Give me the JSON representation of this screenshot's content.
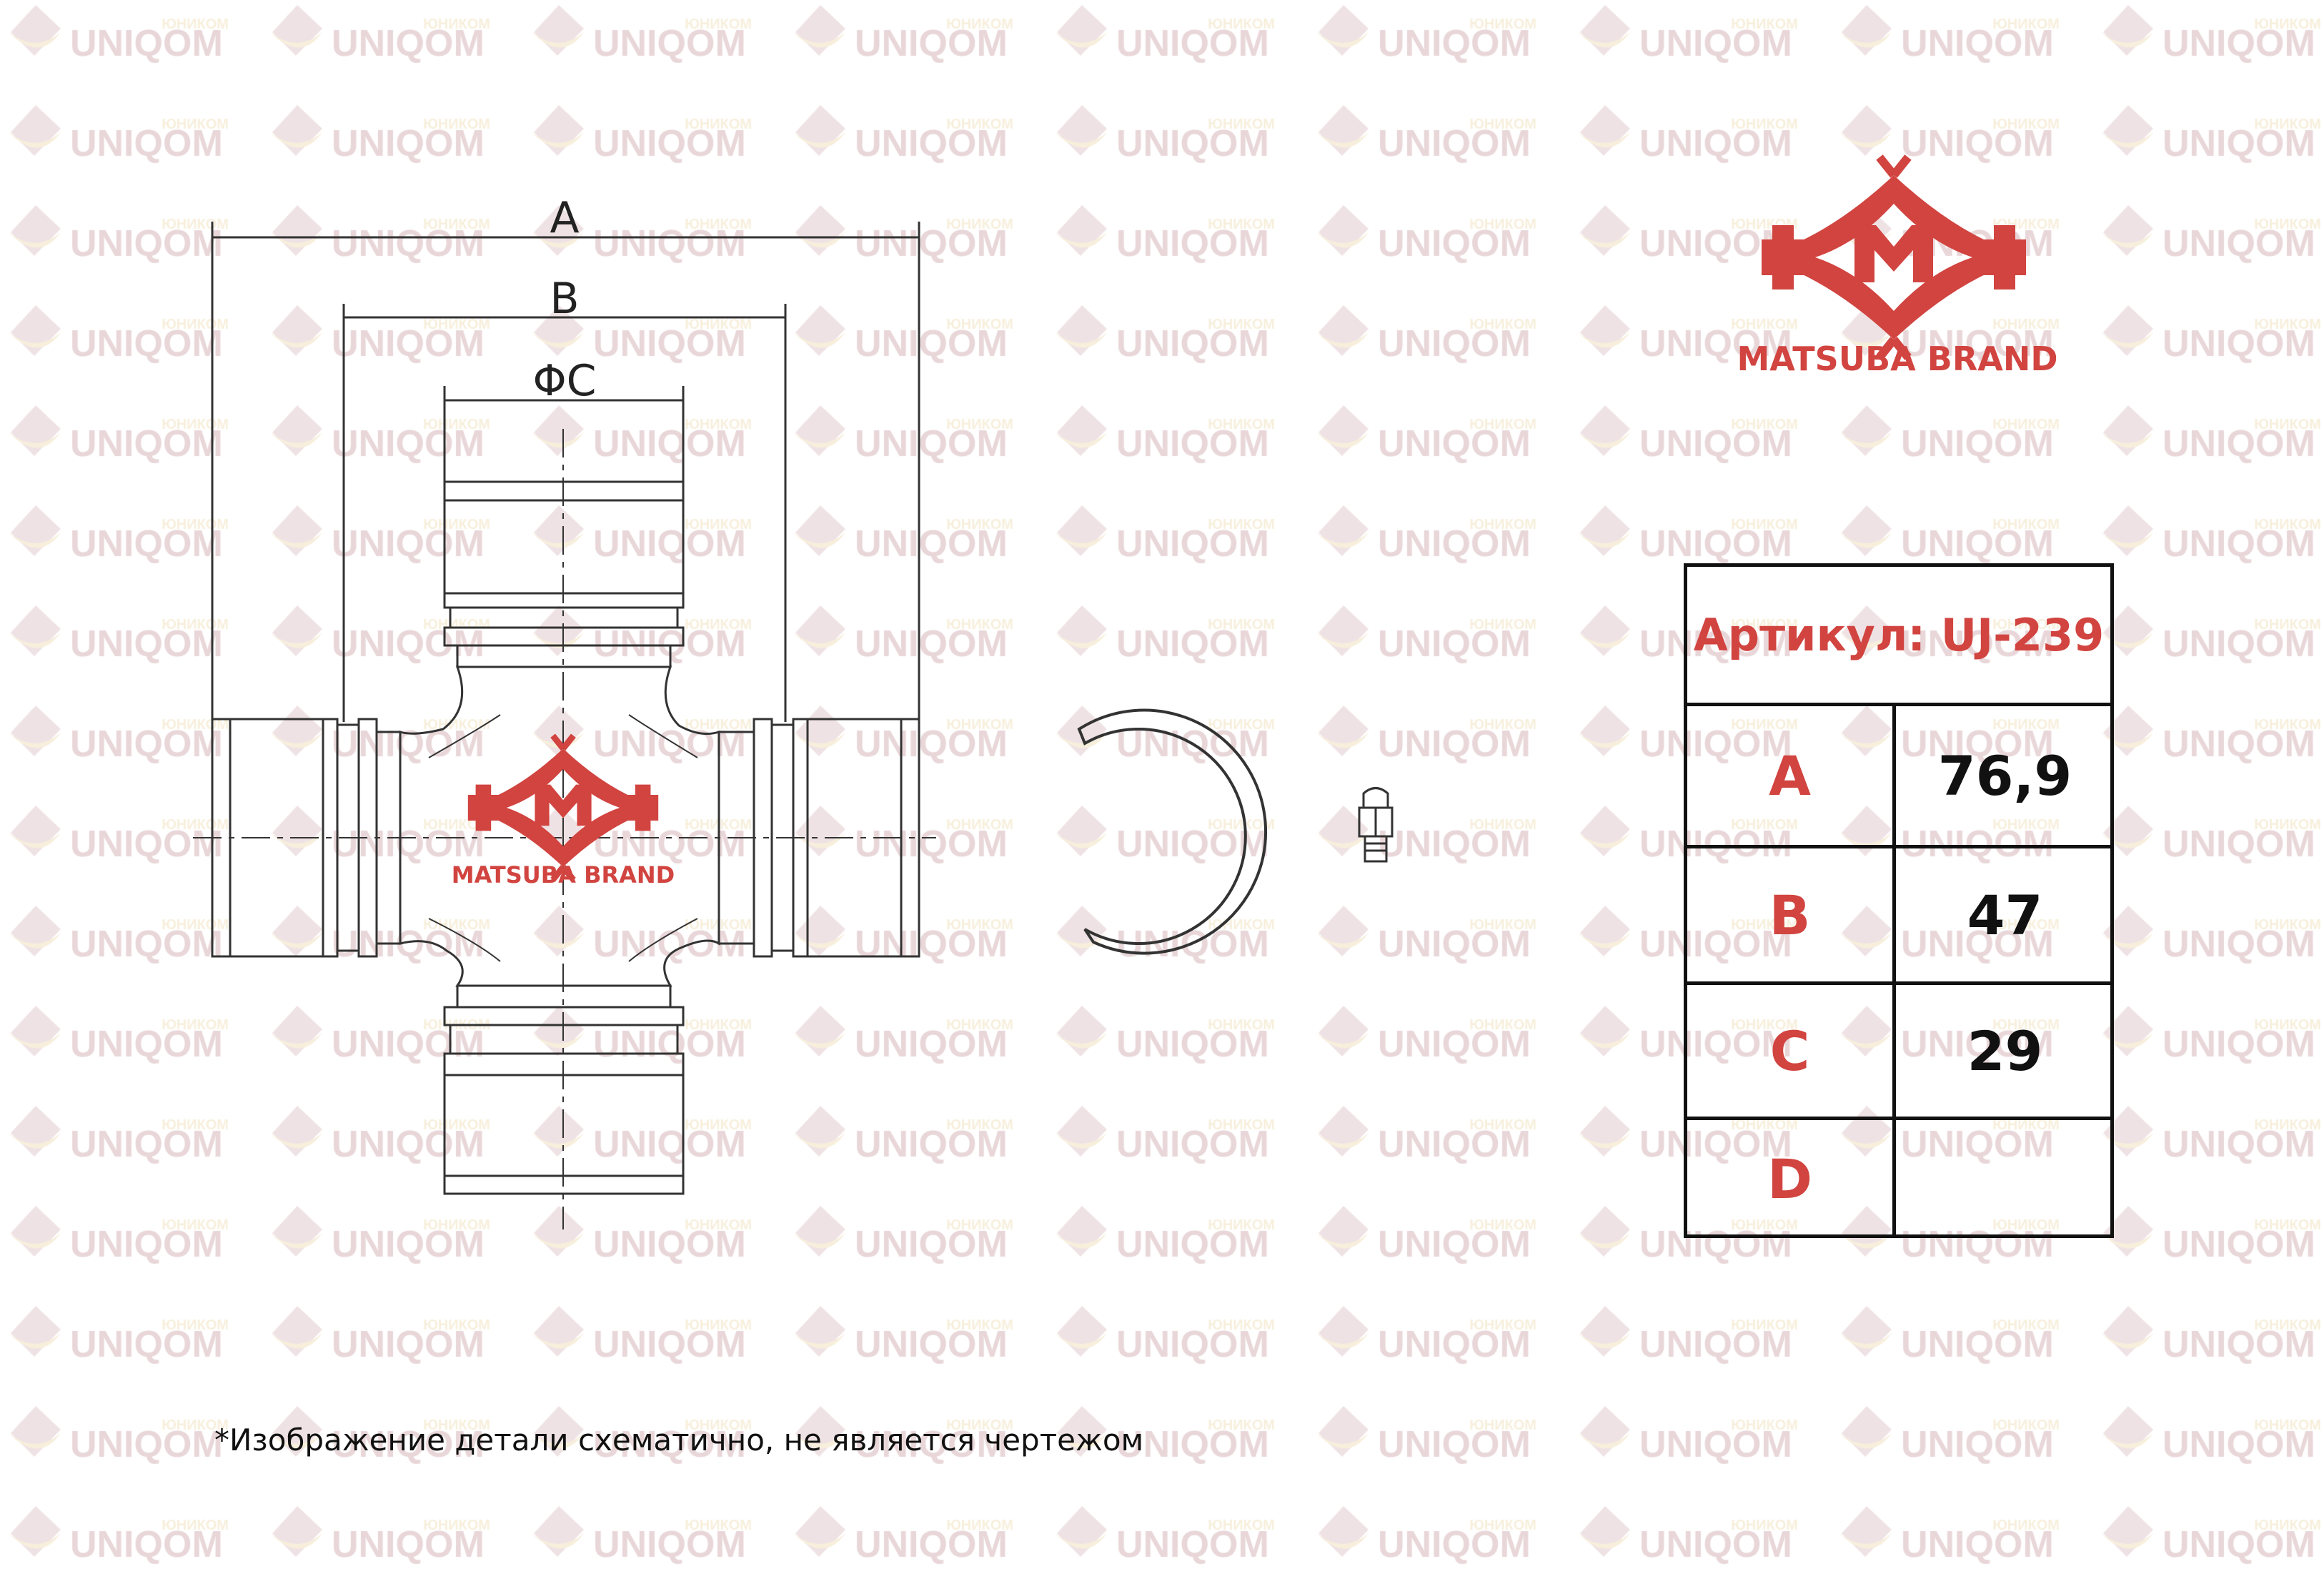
{
  "watermark": {
    "text": "UNIQOM",
    "subtext": "ЮНИКОМ"
  },
  "brand": {
    "name": "MATSUBA BRAND",
    "letter": "M"
  },
  "drawing": {
    "dim_a": "A",
    "dim_b": "B",
    "dim_c": "ΦC"
  },
  "spec": {
    "title": "Артикул: UJ-239",
    "rows": [
      {
        "label": "A",
        "value": "76,9"
      },
      {
        "label": "B",
        "value": "47"
      },
      {
        "label": "C",
        "value": "29"
      },
      {
        "label": "D",
        "value": ""
      }
    ]
  },
  "footnote": "*Изображение детали схематично, не является чертежом",
  "colors": {
    "brand_red": "#d14440",
    "watermark": "#e8d6d8",
    "watermark_sub": "#f7efdc"
  }
}
